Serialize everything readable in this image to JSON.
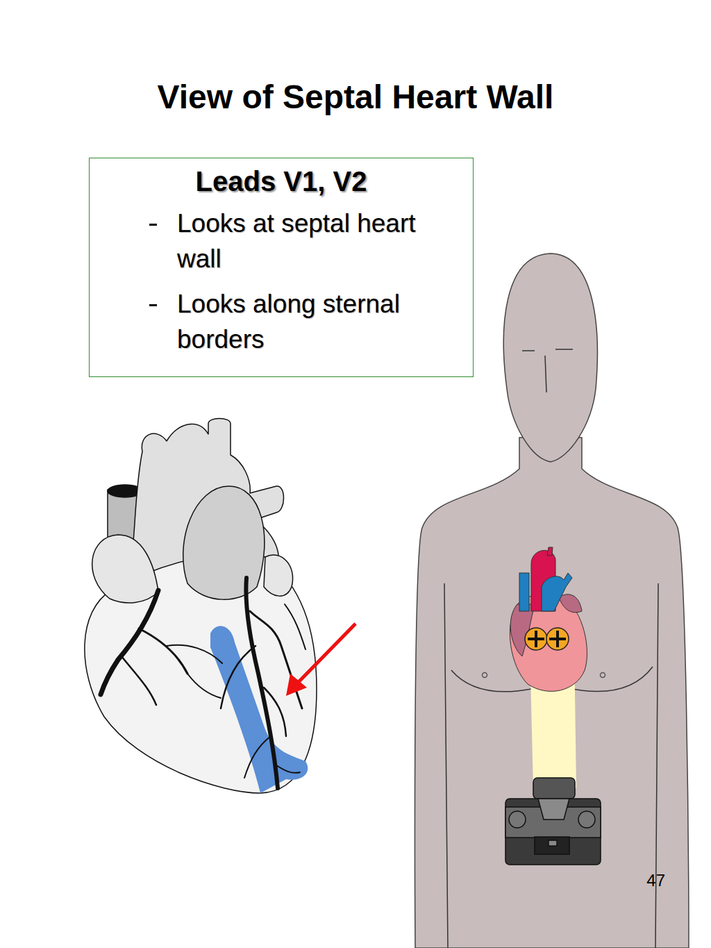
{
  "diagram": {
    "title": "View of Septal Heart Wall",
    "nodes": [
      {
        "text": [
          "Leads V1, V2",
          "Looks at septal heart wall",
          "Looks along sternal borders"
        ]
      }
    ],
    "labels": [
      "47"
    ]
  }
}
